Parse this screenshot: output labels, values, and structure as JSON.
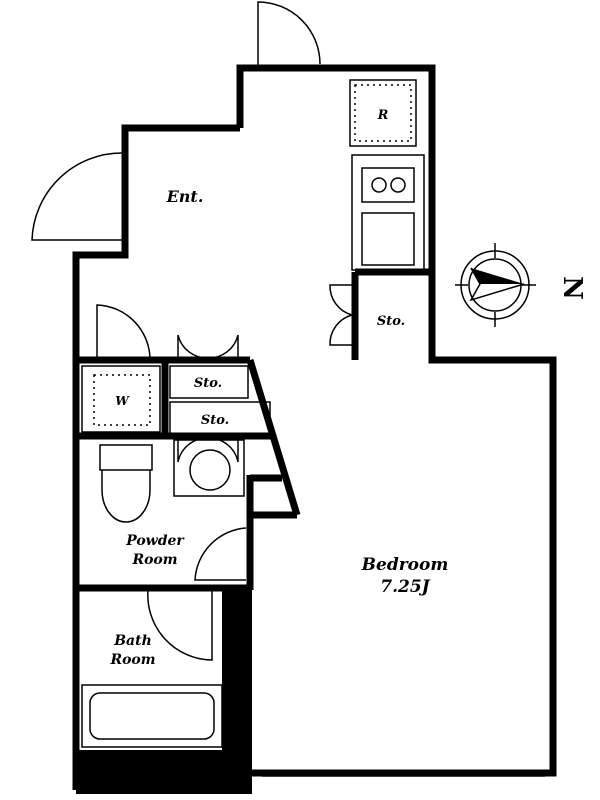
{
  "rooms": {
    "entrance": "Ent.",
    "refrigerator": "R",
    "storage_kitchen": "Sto.",
    "storage_1": "Sto.",
    "storage_2": "Sto.",
    "washer": "W",
    "powder_room_line1": "Powder",
    "powder_room_line2": "Room",
    "bath_room_line1": "Bath",
    "bath_room_line2": "Room",
    "bedroom": "Bedroom",
    "bedroom_size": "7.25J"
  },
  "compass": {
    "label": "N"
  },
  "colors": {
    "wall": "#000000",
    "background": "#ffffff"
  }
}
